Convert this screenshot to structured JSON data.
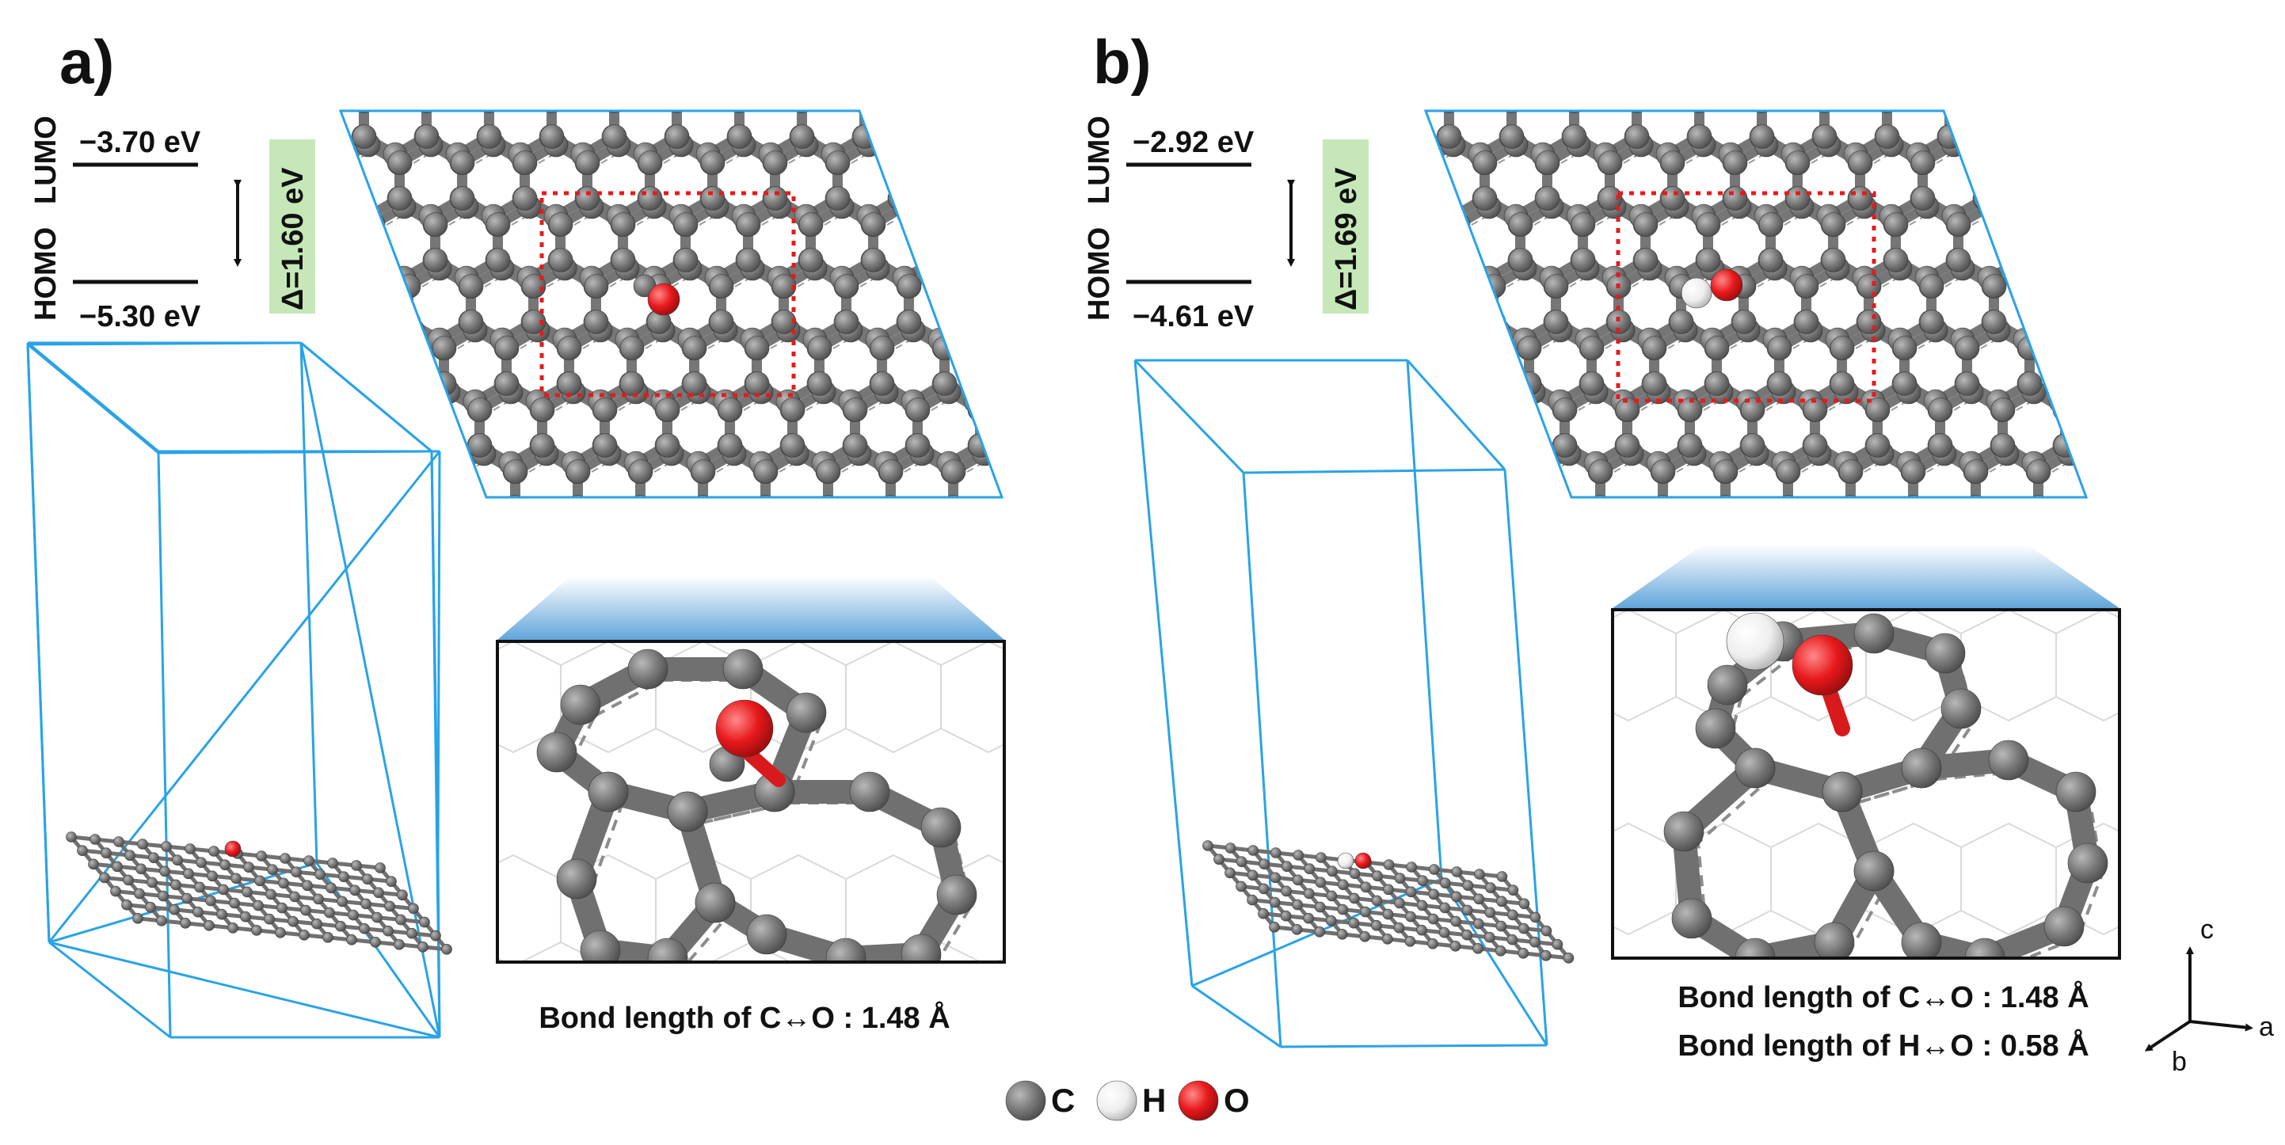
{
  "panels": [
    {
      "label": "a)",
      "homo_label": "HOMO",
      "lumo_label": "LUMO",
      "lumo_energy": "−3.70 eV",
      "homo_energy": "−5.30 eV",
      "gap": "Δ=1.60 eV",
      "bond_lines": [
        "Bond length of C↔O : 1.48 Å"
      ],
      "adsorbate": "O"
    },
    {
      "label": "b)",
      "homo_label": "HOMO",
      "lumo_label": "LUMO",
      "lumo_energy": "−2.92 eV",
      "homo_energy": "−4.61 eV",
      "gap": "Δ=1.69 eV",
      "bond_lines": [
        "Bond length of C↔O : 1.48 Å",
        "Bond length of H↔O : 0.58 Å"
      ],
      "adsorbate": "OH"
    }
  ],
  "legend": [
    {
      "symbol": "C",
      "color": "#7a7a7a"
    },
    {
      "symbol": "H",
      "color": "#eeeeee"
    },
    {
      "symbol": "O",
      "color": "#e8191c"
    }
  ],
  "axes": {
    "a": "a",
    "b": "b",
    "c": "c"
  },
  "colors": {
    "carbon": "#7a7a7a",
    "oxygen": "#e8191c",
    "hydrogen": "#f0f0f0",
    "cell_line": "#29a3e6",
    "highlight_box": "#e8191c",
    "gap_bg": "#c6e8b8"
  }
}
